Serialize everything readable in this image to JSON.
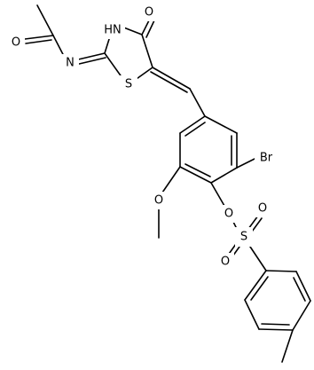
{
  "atoms": {
    "carbonyl_oxygen": "O",
    "thiazolidinone_nh": "HN",
    "imine_nitrogen": "N",
    "ring_sulfur": "S",
    "acetyl_oxygen": "O",
    "bromine": "Br",
    "ester_oxygen": "O",
    "sulfonyl_sulfur": "S",
    "sulfonyl_oxygen_upper": "O",
    "sulfonyl_oxygen_lower": "O",
    "methoxy_oxygen": "O"
  }
}
